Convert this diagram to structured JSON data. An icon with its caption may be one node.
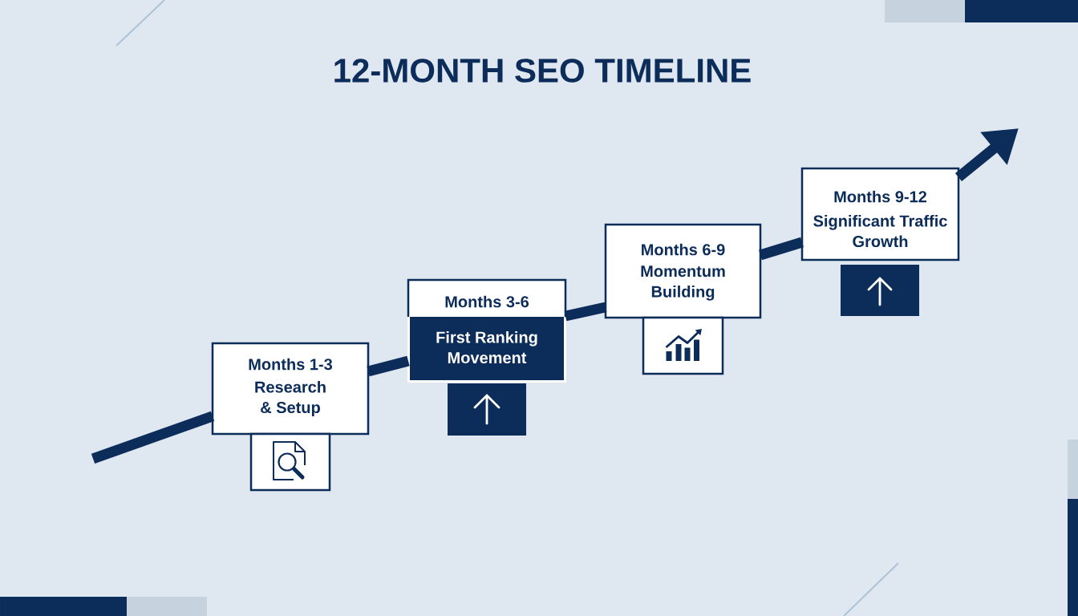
{
  "diagram": {
    "title": "12-MONTH SEO TIMELINE",
    "nodes": [
      {
        "text": [
          "Months 1-3",
          "Research & Setup"
        ]
      },
      {
        "text": [
          "Months 3-6",
          "First Ranking Movement"
        ]
      },
      {
        "text": [
          "Months 6-9",
          "Momentum Building"
        ]
      },
      {
        "text": [
          "Months 9-12",
          "Significant Traffic Growth"
        ]
      }
    ],
    "edges": [
      {
        "from": null,
        "to": 0,
        "arrow": "none"
      },
      {
        "from": 0,
        "to": 1,
        "arrow": "none"
      },
      {
        "from": 1,
        "to": 2,
        "arrow": "none"
      },
      {
        "from": 2,
        "to": 3,
        "arrow": "none"
      },
      {
        "from": 3,
        "to": null,
        "arrow": "to"
      }
    ]
  }
}
